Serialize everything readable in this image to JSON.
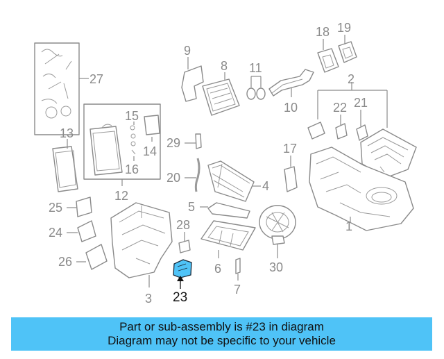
{
  "diagram": {
    "highlight_color": "#4fc3f7",
    "highlighted_part": "23",
    "callouts": [
      "1",
      "2",
      "3",
      "4",
      "5",
      "6",
      "7",
      "8",
      "9",
      "10",
      "11",
      "12",
      "13",
      "14",
      "15",
      "16",
      "17",
      "18",
      "19",
      "20",
      "21",
      "22",
      "24",
      "25",
      "26",
      "27",
      "28",
      "29",
      "30"
    ],
    "highlight_callout": "23"
  },
  "banner": {
    "line1": "Part or sub-assembly is #23 in diagram",
    "line2": "Diagram may not be specific to your vehicle",
    "background": "#4fc3f7"
  }
}
